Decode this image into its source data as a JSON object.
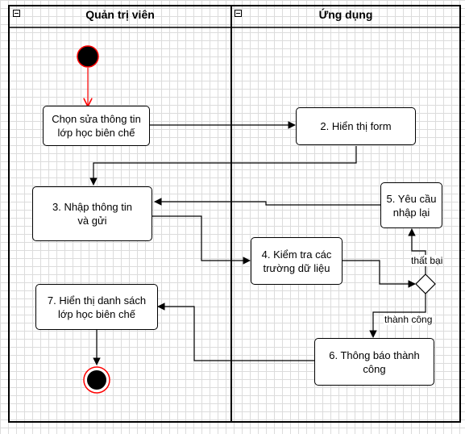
{
  "lanes": {
    "left_title": "Quản trị viên",
    "right_title": "Ứng dụng"
  },
  "nodes": {
    "n1": "Chọn sửa thông tin lớp học biên chế",
    "n2": "2. Hiển thị form",
    "n3": "3. Nhập thông tin và gửi",
    "n4": "4. Kiểm tra các trường dữ liệu",
    "n5": "5. Yêu cầu nhập lại",
    "n6": "6. Thông báo thành công",
    "n7": "7. Hiển thị danh sách lớp học biên chế"
  },
  "edges": {
    "fail_label": "thất bại",
    "success_label": "thành công"
  },
  "colors": {
    "start_fill": "#000000",
    "start_border": "#ff0000",
    "initial_arrow": "#ff0000",
    "line": "#000000"
  }
}
